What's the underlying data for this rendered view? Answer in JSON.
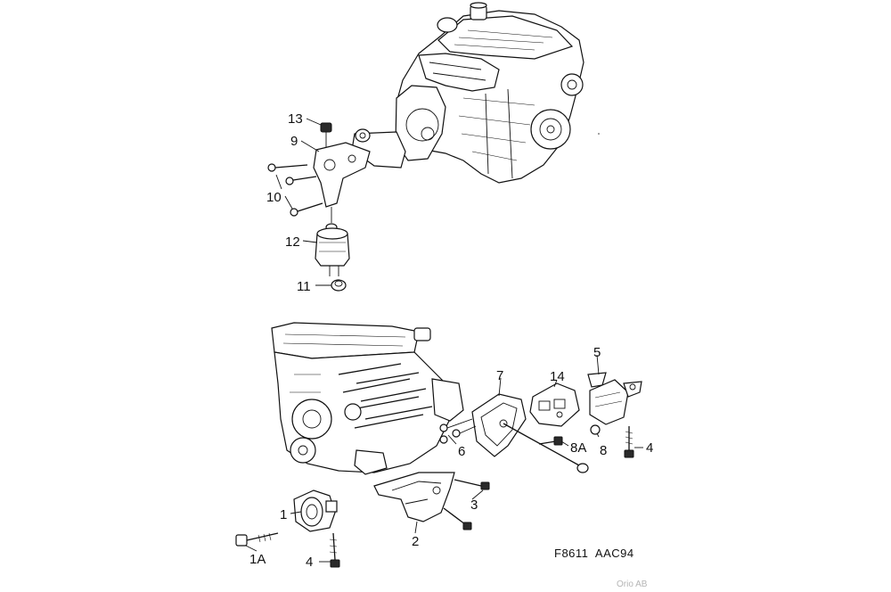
{
  "diagram": {
    "reference_code": "F8611  AAC94",
    "copyright": "Orio AB",
    "callouts_upper": [
      {
        "id": "c13",
        "text": "13"
      },
      {
        "id": "c9",
        "text": "9"
      },
      {
        "id": "c10",
        "text": "10"
      },
      {
        "id": "c12",
        "text": "12"
      },
      {
        "id": "c11",
        "text": "11"
      }
    ],
    "callouts_lower": [
      {
        "id": "c5",
        "text": "5"
      },
      {
        "id": "c7",
        "text": "7"
      },
      {
        "id": "c14",
        "text": "14"
      },
      {
        "id": "c6",
        "text": "6"
      },
      {
        "id": "c8A",
        "text": "8A"
      },
      {
        "id": "c8",
        "text": "8"
      },
      {
        "id": "c4r",
        "text": "4"
      },
      {
        "id": "c3",
        "text": "3"
      },
      {
        "id": "c1",
        "text": "1"
      },
      {
        "id": "c2",
        "text": "2"
      },
      {
        "id": "c1A",
        "text": "1A"
      },
      {
        "id": "c4l",
        "text": "4"
      }
    ]
  }
}
